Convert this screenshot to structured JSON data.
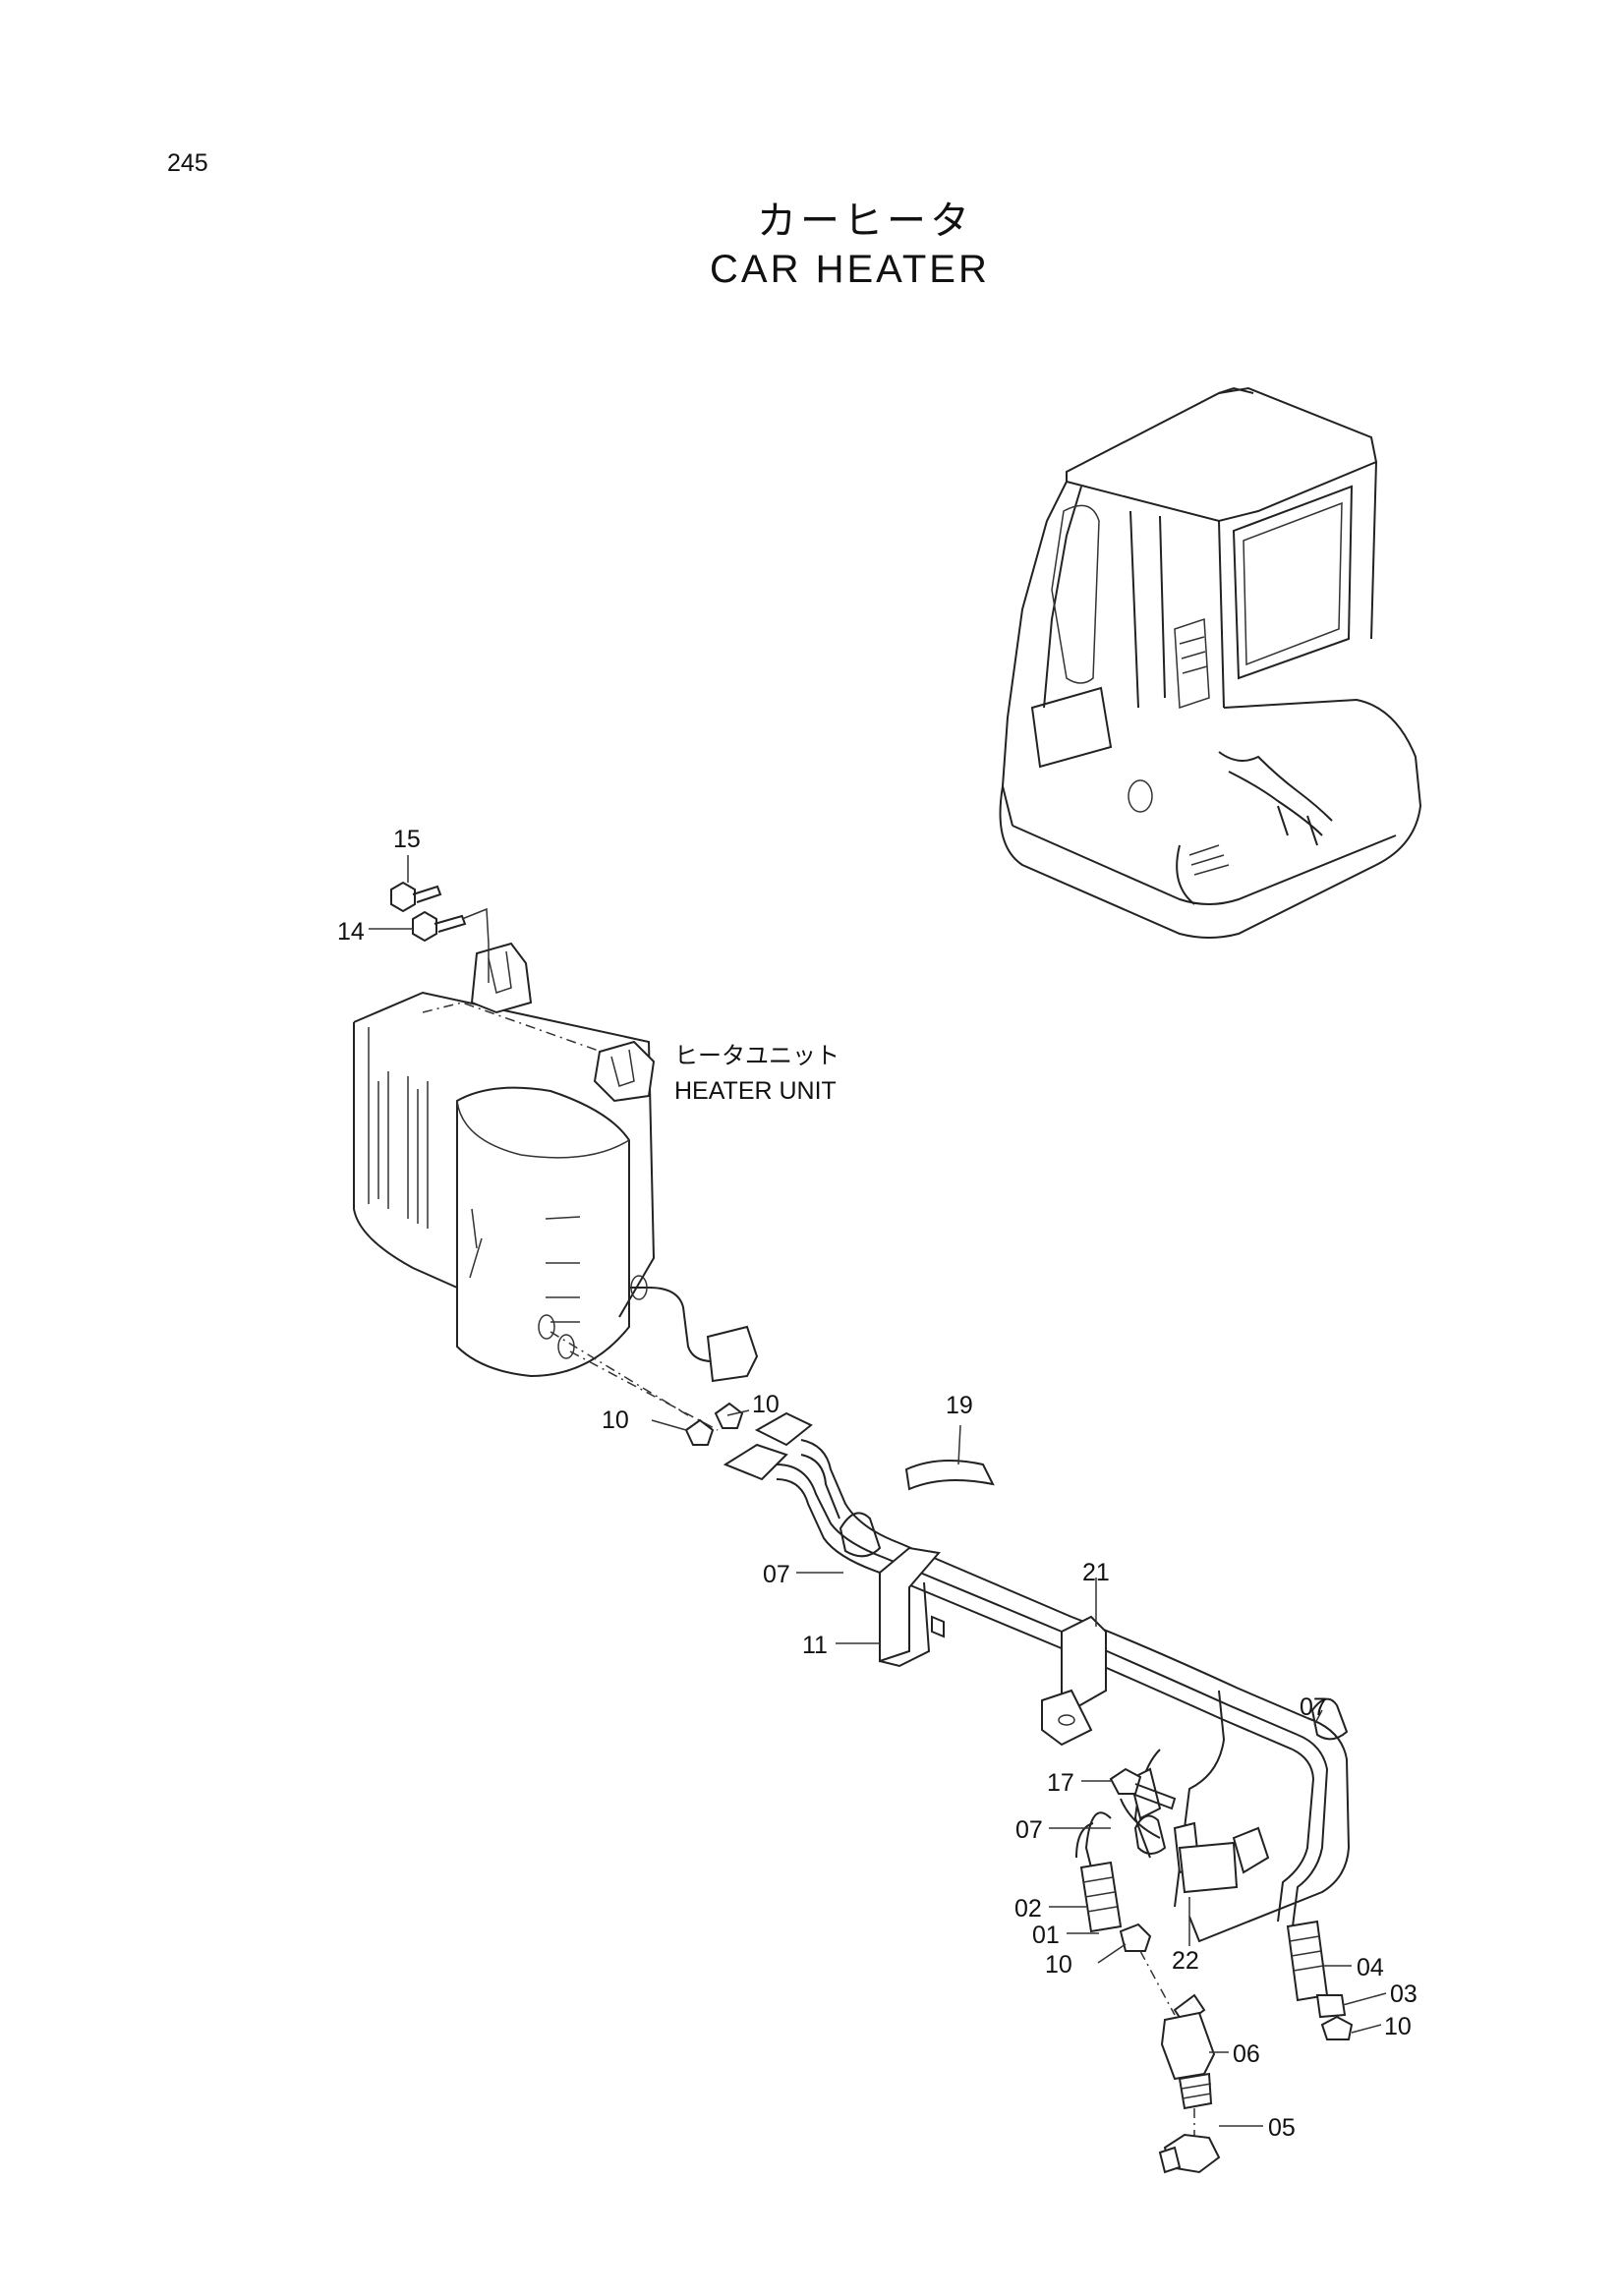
{
  "page": {
    "number": "245"
  },
  "title": {
    "jp": "カーヒータ",
    "en": "CAR HEATER"
  },
  "assembly": {
    "label_jp": "ヒータユニット",
    "label_en": "HEATER UNIT"
  },
  "callouts": [
    {
      "id": "15",
      "label": "15"
    },
    {
      "id": "14",
      "label": "14"
    },
    {
      "id": "10a",
      "label": "10"
    },
    {
      "id": "10b",
      "label": "10"
    },
    {
      "id": "19",
      "label": "19"
    },
    {
      "id": "07a",
      "label": "07"
    },
    {
      "id": "21",
      "label": "21"
    },
    {
      "id": "11",
      "label": "11"
    },
    {
      "id": "07b",
      "label": "07"
    },
    {
      "id": "17",
      "label": "17"
    },
    {
      "id": "07c",
      "label": "07"
    },
    {
      "id": "02",
      "label": "02"
    },
    {
      "id": "01",
      "label": "01"
    },
    {
      "id": "10c",
      "label": "10"
    },
    {
      "id": "22",
      "label": "22"
    },
    {
      "id": "04",
      "label": "04"
    },
    {
      "id": "03",
      "label": "03"
    },
    {
      "id": "10d",
      "label": "10"
    },
    {
      "id": "06",
      "label": "06"
    },
    {
      "id": "05",
      "label": "05"
    }
  ]
}
